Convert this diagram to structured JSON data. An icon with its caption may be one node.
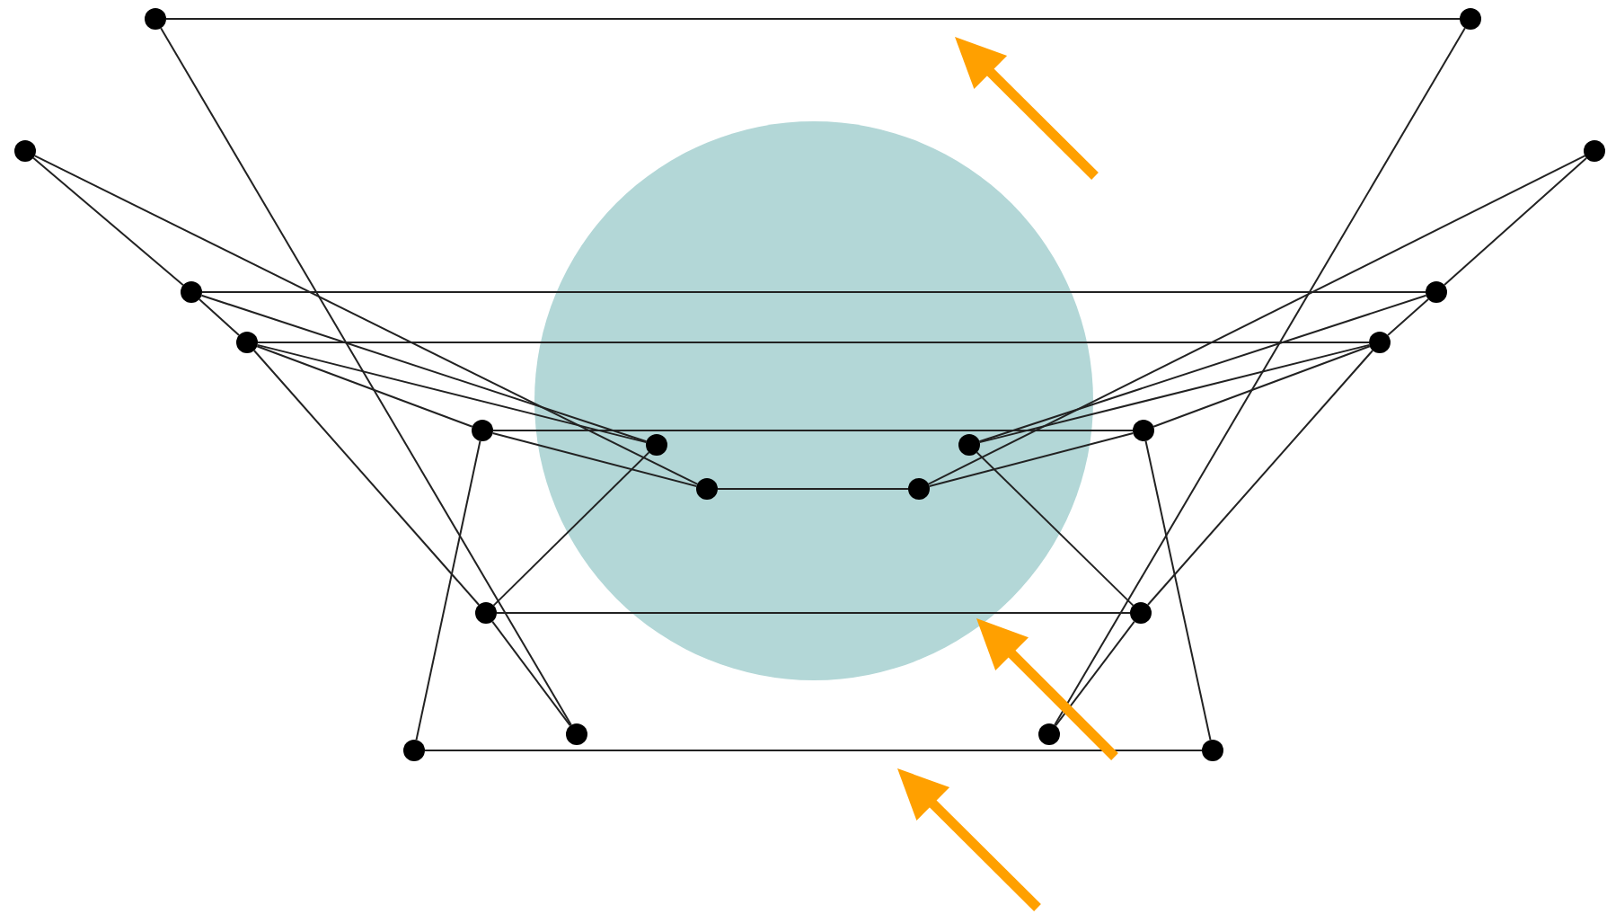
{
  "diagram": {
    "nodes": [
      {
        "text": [],
        "shape": "circle"
      },
      {
        "text": [],
        "shape": "circle"
      },
      {
        "text": [],
        "shape": "circle"
      },
      {
        "text": [],
        "shape": "circle"
      },
      {
        "text": [],
        "shape": "circle"
      },
      {
        "text": [],
        "shape": "circle"
      },
      {
        "text": [],
        "shape": "circle"
      },
      {
        "text": [],
        "shape": "circle"
      },
      {
        "text": [],
        "shape": "circle"
      },
      {
        "text": [],
        "shape": "circle"
      },
      {
        "text": [],
        "shape": "circle"
      },
      {
        "text": [],
        "shape": "circle"
      },
      {
        "text": [],
        "shape": "circle"
      },
      {
        "text": [],
        "shape": "circle"
      },
      {
        "text": [],
        "shape": "circle"
      },
      {
        "text": [],
        "shape": "circle"
      },
      {
        "text": [],
        "shape": "circle"
      },
      {
        "text": [],
        "shape": "circle"
      },
      {
        "text": [],
        "shape": "circle"
      },
      {
        "text": [],
        "shape": "circle"
      }
    ],
    "edges": [
      {
        "from": 0,
        "to": 1,
        "arrow": "none"
      },
      {
        "from": 0,
        "to": 16,
        "arrow": "none"
      },
      {
        "from": 1,
        "to": 17,
        "arrow": "none"
      },
      {
        "from": 2,
        "to": 4,
        "arrow": "none"
      },
      {
        "from": 2,
        "to": 12,
        "arrow": "none"
      },
      {
        "from": 3,
        "to": 5,
        "arrow": "none"
      },
      {
        "from": 3,
        "to": 13,
        "arrow": "none"
      },
      {
        "from": 4,
        "to": 5,
        "arrow": "none"
      },
      {
        "from": 4,
        "to": 6,
        "arrow": "none"
      },
      {
        "from": 4,
        "to": 10,
        "arrow": "none"
      },
      {
        "from": 5,
        "to": 7,
        "arrow": "none"
      },
      {
        "from": 5,
        "to": 11,
        "arrow": "none"
      },
      {
        "from": 6,
        "to": 7,
        "arrow": "none"
      },
      {
        "from": 6,
        "to": 8,
        "arrow": "none"
      },
      {
        "from": 6,
        "to": 10,
        "arrow": "none"
      },
      {
        "from": 6,
        "to": 14,
        "arrow": "none"
      },
      {
        "from": 7,
        "to": 9,
        "arrow": "none"
      },
      {
        "from": 7,
        "to": 11,
        "arrow": "none"
      },
      {
        "from": 7,
        "to": 15,
        "arrow": "none"
      },
      {
        "from": 8,
        "to": 9,
        "arrow": "none"
      },
      {
        "from": 8,
        "to": 12,
        "arrow": "none"
      },
      {
        "from": 8,
        "to": 18,
        "arrow": "none"
      },
      {
        "from": 9,
        "to": 13,
        "arrow": "none"
      },
      {
        "from": 9,
        "to": 19,
        "arrow": "none"
      },
      {
        "from": 10,
        "to": 14,
        "arrow": "none"
      },
      {
        "from": 11,
        "to": 15,
        "arrow": "none"
      },
      {
        "from": 12,
        "to": 13,
        "arrow": "none"
      },
      {
        "from": 14,
        "to": 15,
        "arrow": "none"
      },
      {
        "from": 14,
        "to": 16,
        "arrow": "none"
      },
      {
        "from": 15,
        "to": 17,
        "arrow": "none"
      },
      {
        "from": 18,
        "to": 19,
        "arrow": "none"
      }
    ]
  }
}
